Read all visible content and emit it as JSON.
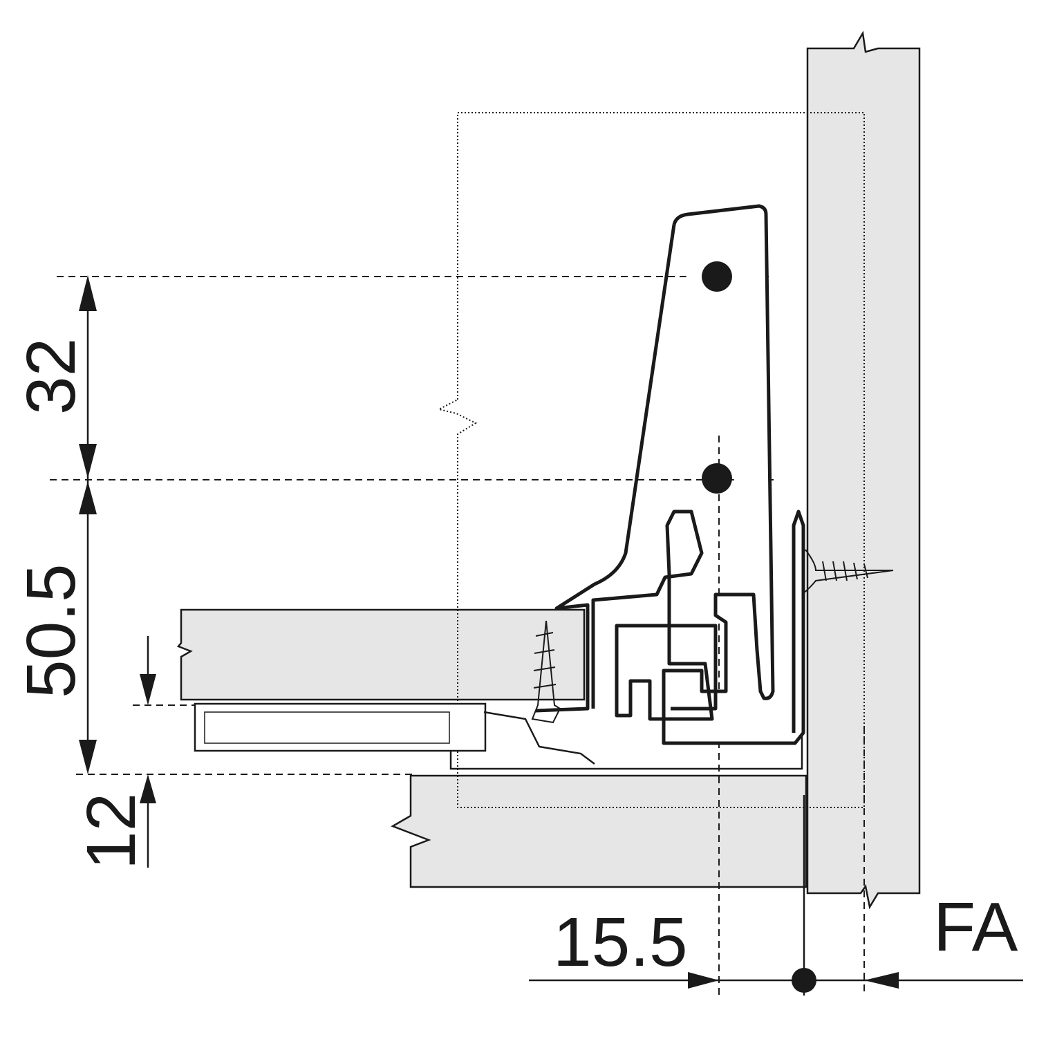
{
  "diagram": {
    "dimensions": {
      "upper_vertical": "32",
      "lower_vertical": "50.5",
      "bottom_thickness": "12",
      "horizontal_offset": "15.5",
      "front_reference": "FA"
    },
    "colors": {
      "panel_fill": "#e6e6e6",
      "line": "#1a1a1a"
    }
  }
}
